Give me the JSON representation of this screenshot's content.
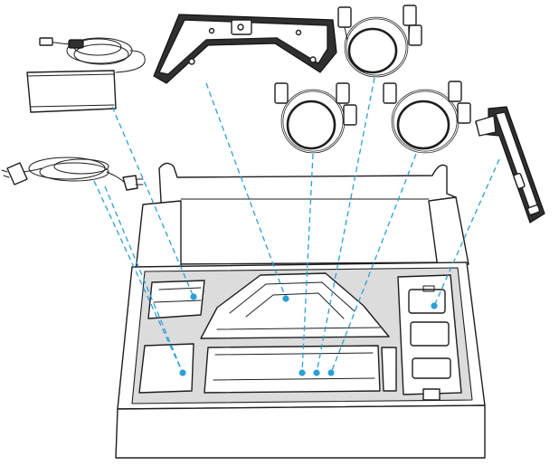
{
  "colors": {
    "leader": "#2a9fd8",
    "outline": "#1e1e1e",
    "tray_fill": "#dcdcdc",
    "stand_fill": "#4a4a4a",
    "bracket_fill": "#303030"
  },
  "components": [
    {
      "id": "power-adapter",
      "icon": "power-adapter-icon"
    },
    {
      "id": "power-cord",
      "icon": "power-cord-icon"
    },
    {
      "id": "stand-base",
      "icon": "stand-base-icon"
    },
    {
      "id": "cable-top",
      "icon": "cable-icon"
    },
    {
      "id": "cable-middle-left",
      "icon": "cable-icon"
    },
    {
      "id": "cable-middle-right",
      "icon": "cable-icon"
    },
    {
      "id": "monitor-bracket",
      "icon": "bracket-icon"
    }
  ]
}
